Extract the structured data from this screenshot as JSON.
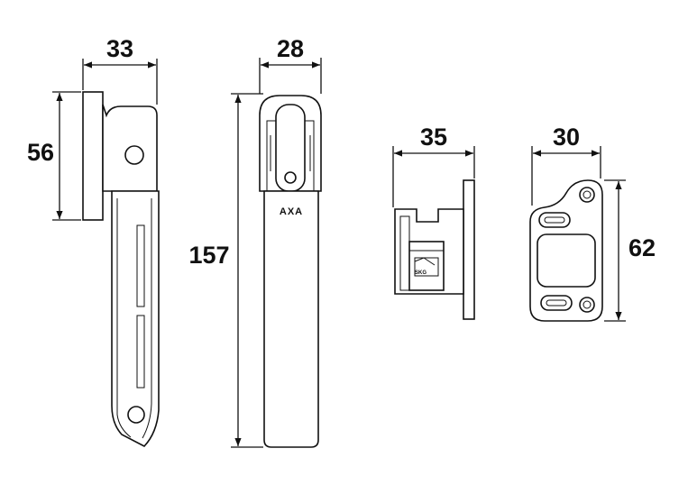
{
  "dimensions": {
    "handle_side_width": "33",
    "handle_side_height": "56",
    "handle_front_width": "28",
    "handle_front_height": "157",
    "keeper_side_width": "35",
    "keeper_front_width": "30",
    "keeper_front_height": "62"
  },
  "markings": {
    "brand_logo": "AXA",
    "keeper_mark": "SKG"
  },
  "colors": {
    "line": "#111111",
    "background": "#ffffff"
  }
}
